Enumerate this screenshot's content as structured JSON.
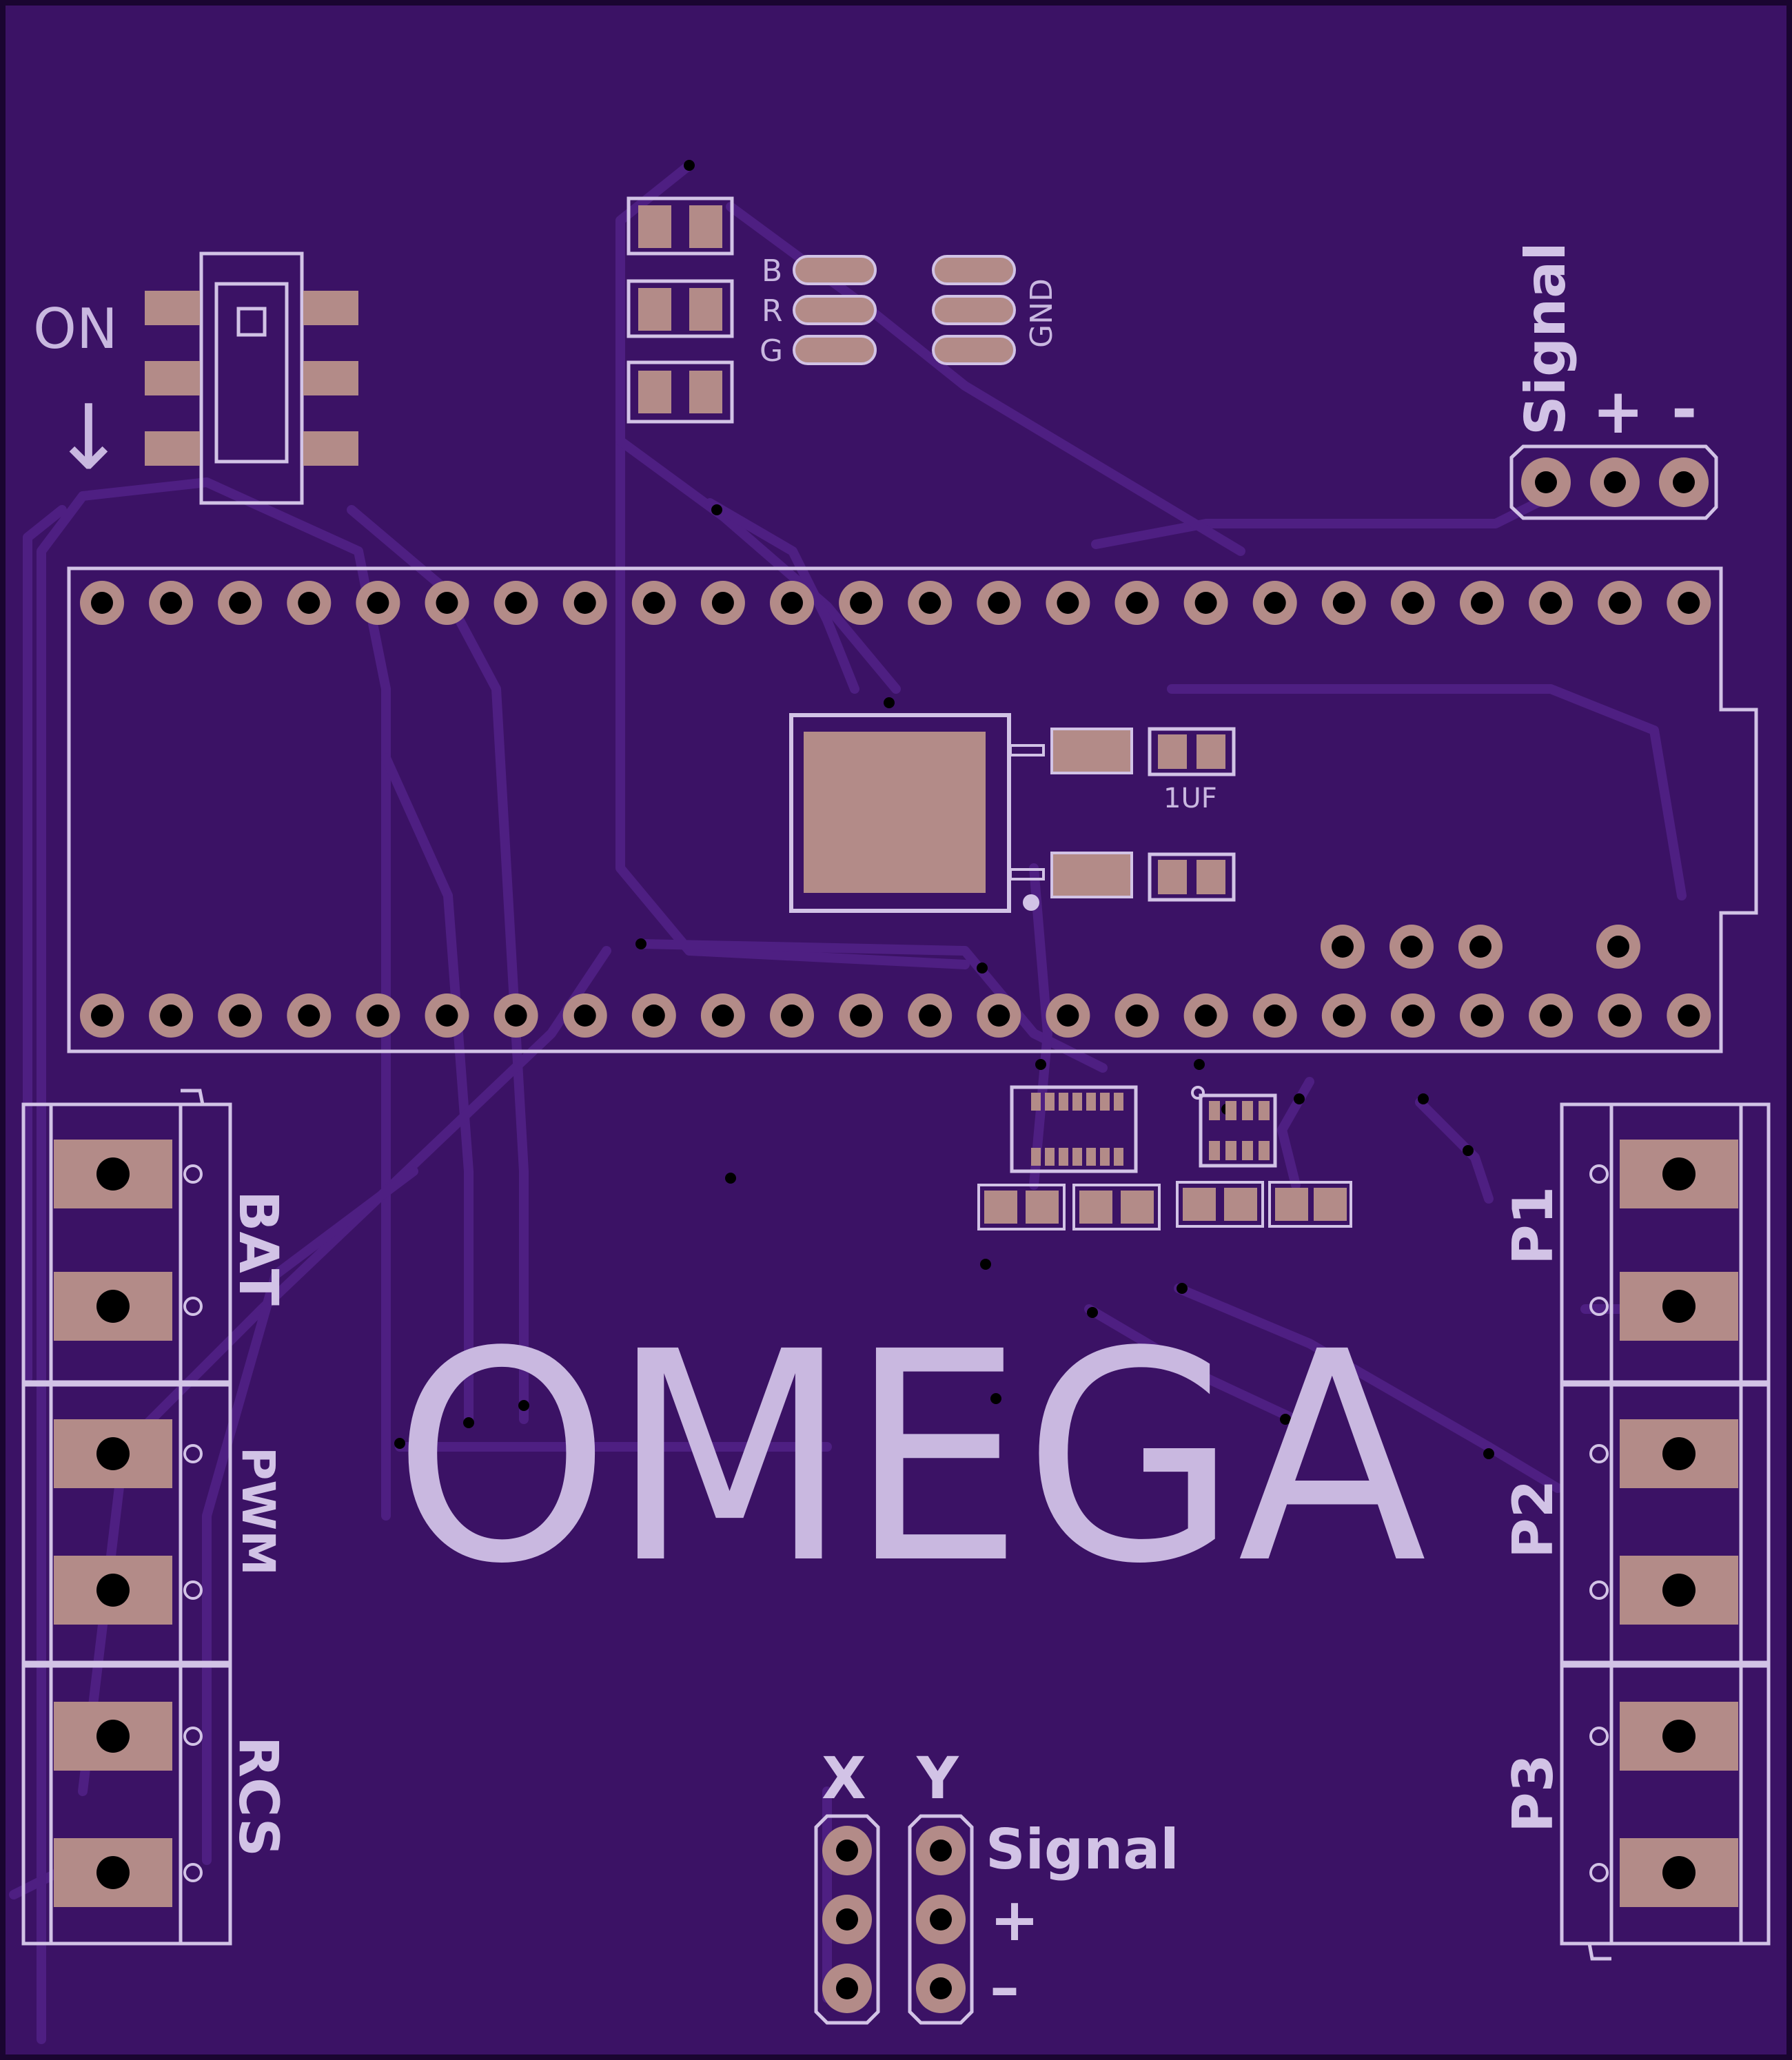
{
  "board_title": "OMEGA",
  "colors": {
    "board": "#3b1265",
    "board_edge": "#1a0530",
    "trace": "#4e1f82",
    "silk": "#d2c3e6",
    "pad": "#b38b88",
    "hole": "#000000"
  },
  "switch": {
    "on_label": "ON",
    "arrow": "↓"
  },
  "led": {
    "pins": [
      "B",
      "R",
      "G"
    ],
    "gnd_label": "GND"
  },
  "signal_header_top": {
    "signal_label": "Signal",
    "plus_label": "+",
    "minus_label": "-"
  },
  "capacitor_label": "1UF",
  "left_connectors": [
    {
      "label": "BAT"
    },
    {
      "label": "PWM"
    },
    {
      "label": "RCS"
    }
  ],
  "right_connectors": [
    {
      "label": "P1"
    },
    {
      "label": "P2"
    },
    {
      "label": "P3"
    }
  ],
  "bottom_header": {
    "x_label": "X",
    "y_label": "Y",
    "signal_label": "Signal",
    "plus_label": "+",
    "minus_label": "–"
  }
}
